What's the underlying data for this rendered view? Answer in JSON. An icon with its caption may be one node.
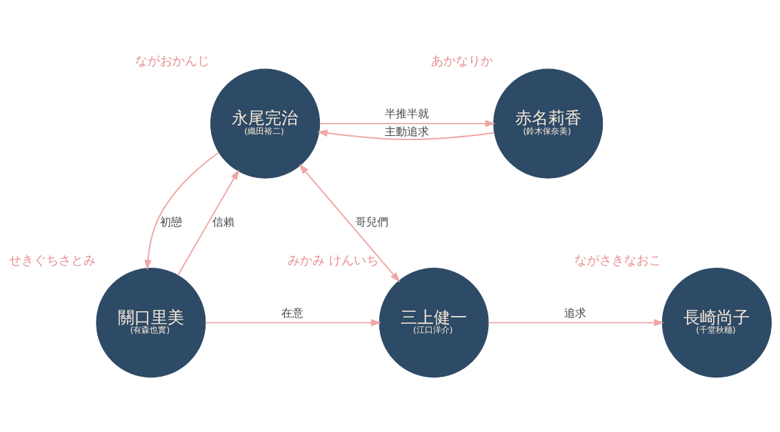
{
  "diagram": {
    "nodes": [
      {
        "text": [
          "永尾完治",
          "(織田裕二)"
        ],
        "beside": [
          "ながおかんじ"
        ]
      },
      {
        "text": [
          "赤名莉香",
          "(鈴木保奈美)"
        ],
        "beside": [
          "あかなりか"
        ]
      },
      {
        "text": [
          "關口里美",
          "(有森也實)"
        ],
        "beside": [
          "せきぐちさとみ"
        ]
      },
      {
        "text": [
          "三上健一",
          "(江口洋介)"
        ],
        "beside": [
          "みかみ けんいち"
        ]
      },
      {
        "text": [
          "長崎尚子",
          "(千堂秋穗)"
        ],
        "beside": [
          "ながさきなおこ"
        ]
      }
    ],
    "edges": [
      {
        "from": 0,
        "to": 1,
        "arrow": "to",
        "label": "半推半就"
      },
      {
        "from": 1,
        "to": 0,
        "arrow": "to",
        "label": "主動追求"
      },
      {
        "from": 2,
        "to": 0,
        "arrow": "to",
        "label": "信賴"
      },
      {
        "from": 0,
        "to": 2,
        "arrow": "to",
        "label": "初戀"
      },
      {
        "from": 0,
        "to": 3,
        "arrow": "both",
        "label": "哥兒們"
      },
      {
        "from": 2,
        "to": 3,
        "arrow": "to",
        "label": "在意"
      },
      {
        "from": 3,
        "to": 4,
        "arrow": "to",
        "label": "追求"
      }
    ]
  }
}
